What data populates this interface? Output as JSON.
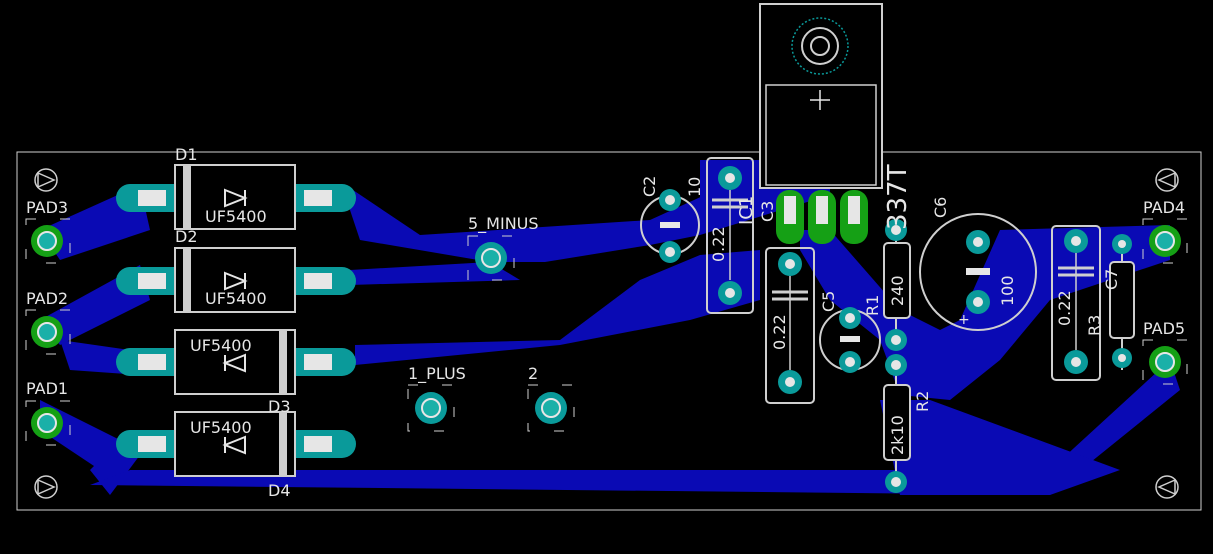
{
  "colors": {
    "background": "#000000",
    "copper": "#0a0ab4",
    "silk": "#e6e6e6",
    "pad": "#0a9a9a",
    "via": "#15a015"
  },
  "labels": {
    "pad3": "PAD3",
    "pad2": "PAD2",
    "pad1": "PAD1",
    "pad4": "PAD4",
    "pad5": "PAD5",
    "d1": "D1",
    "d2": "D2",
    "d3": "D3",
    "d4": "D4",
    "d1_val": "UF5400",
    "d2_val": "UF5400",
    "d3_val": "UF5400",
    "d4_val": "UF5400",
    "minus": "5_MINUS",
    "plus": "1_PLUS",
    "two": "2",
    "c2": "C2",
    "c2_val": "10",
    "c3": "C3",
    "c3_val": "0.22",
    "ic1": "IC1",
    "ic1_val": "337T",
    "c4_val": "0.22",
    "c5": "C5",
    "r1": "R1",
    "r1_val": "240",
    "r2": "R2",
    "r2_val": "2k10",
    "c6": "C6",
    "c6_val": "100",
    "c7": "C7",
    "r3": "R3",
    "c7_val": "0.22"
  }
}
